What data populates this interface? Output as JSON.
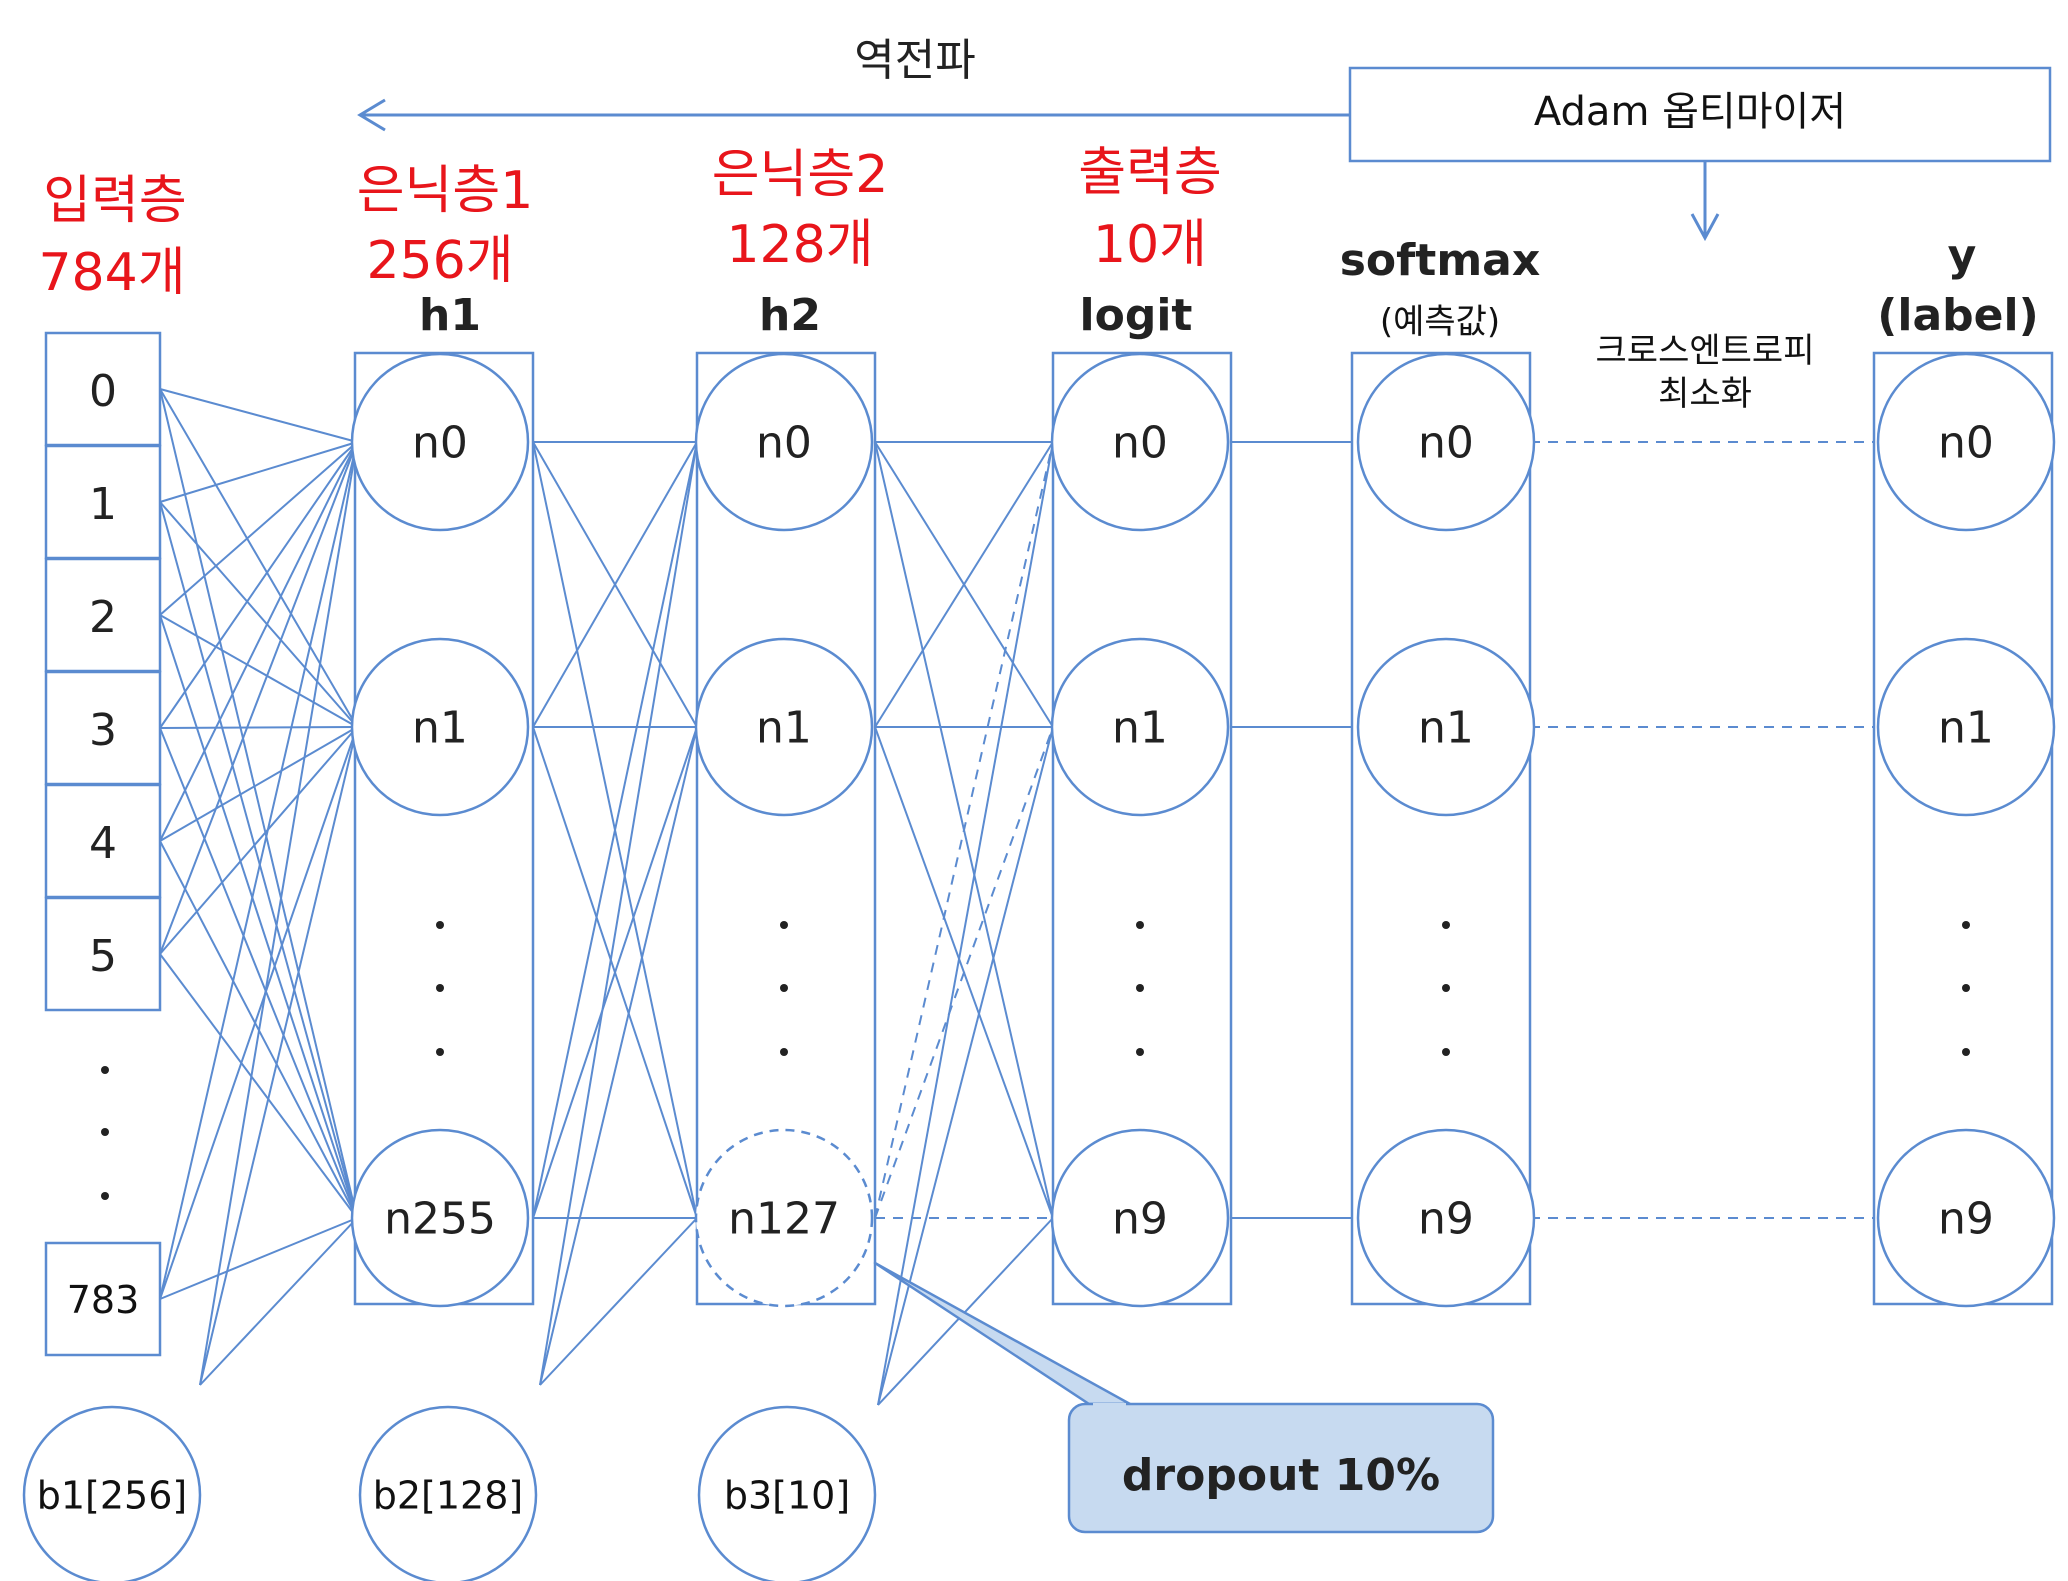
{
  "backprop_label": "역전파",
  "optimizer_label": "Adam 옵티마이저",
  "layers": {
    "input": {
      "title": "입력층",
      "count": "784개",
      "cells": [
        "0",
        "1",
        "2",
        "3",
        "4",
        "5",
        "783"
      ],
      "bias": "b1[256]"
    },
    "hidden1": {
      "title": "은닉층1",
      "count": "256개",
      "head": "h1",
      "nodes": [
        "n0",
        "n1",
        "n255"
      ],
      "bias": "b2[128]"
    },
    "hidden2": {
      "title": "은닉층2",
      "count": "128개",
      "head": "h2",
      "nodes": [
        "n0",
        "n1",
        "n127"
      ],
      "bias": "b3[10]"
    },
    "output": {
      "title": "출력층",
      "count": "10개",
      "head": "logit",
      "nodes": [
        "n0",
        "n1",
        "n9"
      ]
    },
    "softmax": {
      "head": "softmax",
      "sub": "(예측값)",
      "nodes": [
        "n0",
        "n1",
        "n9"
      ]
    },
    "label": {
      "head": "y",
      "sub": "(label)",
      "nodes": [
        "n0",
        "n1",
        "n9"
      ]
    }
  },
  "loss_label": [
    "크로스엔트로피",
    "최소화"
  ],
  "dropout_label": "dropout 10%",
  "colors": {
    "line": "#5b8bd0",
    "title": "#e8151b",
    "callout_fill": "#c7daf0"
  }
}
